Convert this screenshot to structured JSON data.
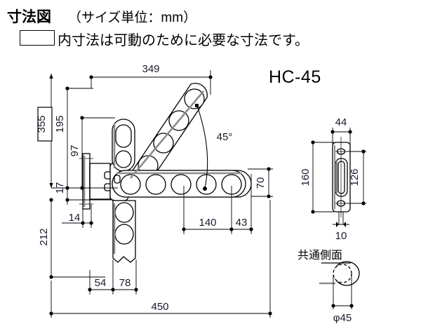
{
  "header": {
    "title": "寸法図",
    "unit_note": "（サイズ単位：mm）",
    "legend_note": "内寸法は可動のために必要な寸法です。",
    "legend_box_icon": "boxed-dimension-swatch"
  },
  "main_view": {
    "model_label": "HC-45",
    "angle_label": "45°",
    "dimensions": {
      "top_width": "349",
      "overall_height_boxed": "355",
      "height_195": "195",
      "height_97": "97",
      "height_17": "17",
      "height_212": "212",
      "offset_14": "14",
      "arm_140": "140",
      "arm_43": "43",
      "arm_70": "70",
      "base_54": "54",
      "base_78": "78",
      "overall_450": "450"
    }
  },
  "side_view": {
    "title": "共通側面",
    "dimensions": {
      "plate_width_44": "44",
      "plate_height_160": "160",
      "hole_spacing_126": "126",
      "thickness_10": "10",
      "pipe_diameter": "φ45"
    }
  },
  "colors": {
    "line": "#000000",
    "accent_gray": "#8c8c8c",
    "dim_text": "#1a1a2e",
    "background": "#ffffff"
  }
}
